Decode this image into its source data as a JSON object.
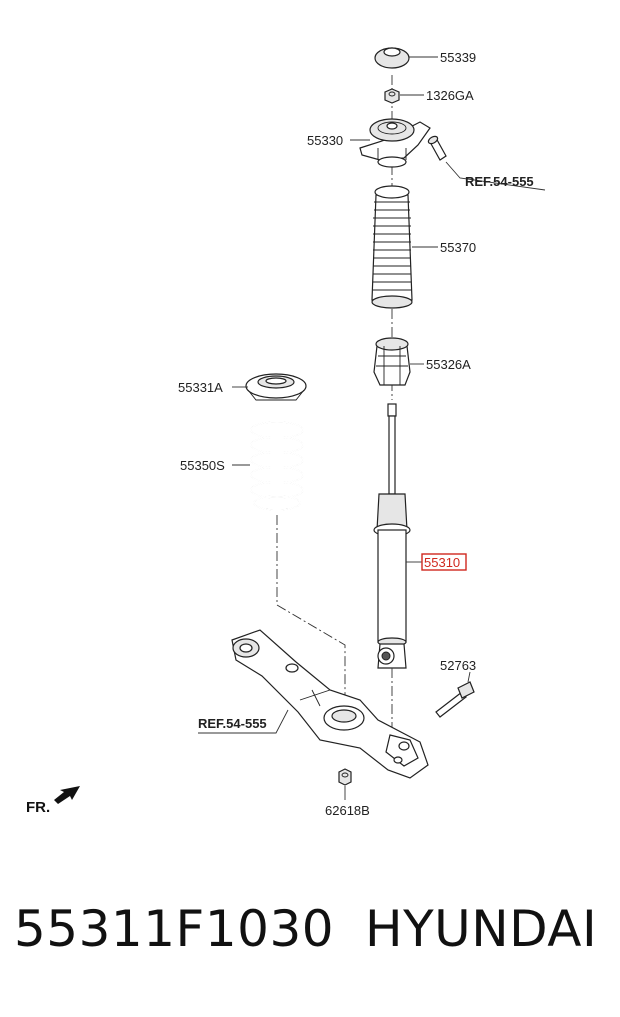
{
  "diagram": {
    "labels": {
      "p55339": "55339",
      "p1326ga": "1326GA",
      "p55330": "55330",
      "ref_top": "REF.54-555",
      "p55370": "55370",
      "p55326a": "55326A",
      "p55331a": "55331A",
      "p55350s": "55350S",
      "p55310": "55310",
      "p52763": "52763",
      "ref_bottom": "REF.54-555",
      "p62618b": "62618B",
      "fr": "FR."
    },
    "highlight_color": "#d0281e"
  },
  "footer": {
    "part_number": "55311F1030",
    "brand": "HYUNDAI"
  }
}
